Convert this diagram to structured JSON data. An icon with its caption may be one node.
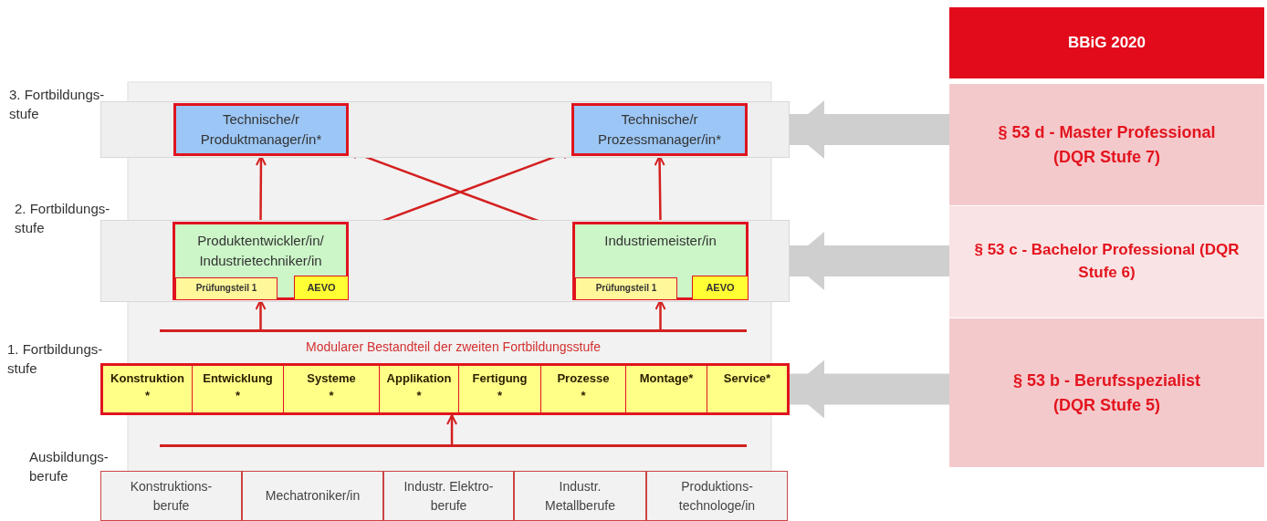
{
  "diagram": {
    "nodes": [
      {
        "text": [],
        "shape": "band"
      },
      {
        "text": [
          "Technische/r Produktmanager/in*"
        ],
        "in": 0
      },
      {
        "text": [
          "Technische/r Prozessmanager/in*"
        ],
        "in": 0
      },
      {
        "text": [],
        "shape": "band"
      },
      {
        "text": [
          "Produktentwickler/in/ Industrietechniker/in"
        ],
        "in": 3
      },
      {
        "text": [
          "Prüfungsteil 1"
        ],
        "in": 4
      },
      {
        "text": [
          "AEVO"
        ],
        "in": 4
      },
      {
        "text": [
          "Industriemeister/in"
        ],
        "in": 3
      },
      {
        "text": [
          "Prüfungsteil 1"
        ],
        "in": 7
      },
      {
        "text": [
          "AEVO"
        ],
        "in": 7
      },
      {
        "text": [],
        "shape": "box"
      },
      {
        "text": [
          "Konstruktion *"
        ],
        "in": 10
      },
      {
        "text": [
          "Entwicklung *"
        ],
        "in": 10
      },
      {
        "text": [
          "Systeme *"
        ],
        "in": 10
      },
      {
        "text": [
          "Applikation *"
        ],
        "in": 10
      },
      {
        "text": [
          "Fertigung *"
        ],
        "in": 10
      },
      {
        "text": [
          "Prozesse *"
        ],
        "in": 10
      },
      {
        "text": [
          "Montage*"
        ],
        "in": 10
      },
      {
        "text": [
          "Service*"
        ],
        "in": 10
      },
      {
        "text": [
          "Konstruktions- berufe"
        ]
      },
      {
        "text": [
          "Mechatroniker/in"
        ]
      },
      {
        "text": [
          "Industr. Elektro- berufe"
        ]
      },
      {
        "text": [
          "Industr. Metallberufe"
        ]
      },
      {
        "text": [
          "Produktions- technologe/in"
        ]
      },
      {
        "text": [],
        "shape": "bar",
        "beside": [
          "Modularer Bestandteil der zweiten Fortbildungsstufe"
        ]
      },
      {
        "text": [],
        "shape": "bar"
      },
      {
        "text": [
          "BBiG 2020"
        ]
      },
      {
        "text": [
          "§ 53 d - Master Professional (DQR Stufe 7)"
        ]
      },
      {
        "text": [
          "§ 53 c - Bachelor Professional (DQR Stufe 6)"
        ]
      },
      {
        "text": [
          "§ 53 b - Berufsspezialist (DQR Stufe 5)"
        ]
      }
    ],
    "edges": [
      {
        "from": 4,
        "to": 1,
        "arrow": "to"
      },
      {
        "from": 7,
        "to": 2,
        "arrow": "to"
      },
      {
        "from": 4,
        "to": 2,
        "arrow": "to"
      },
      {
        "from": 7,
        "to": 1,
        "arrow": "to"
      },
      {
        "from": 24,
        "to": 4,
        "arrow": "to"
      },
      {
        "from": 24,
        "to": 7,
        "arrow": "to"
      },
      {
        "from": 25,
        "to": 10,
        "arrow": "to"
      },
      {
        "from": 27,
        "to": 0,
        "arrow": "to",
        "style": "thick",
        "color": "#cfcfcf"
      },
      {
        "from": 28,
        "to": 3,
        "arrow": "to",
        "style": "thick",
        "color": "#cfcfcf"
      },
      {
        "from": 29,
        "to": 10,
        "arrow": "to",
        "style": "thick",
        "color": "#cfcfcf"
      }
    ],
    "labels": [
      "3. Fortbildungs- stufe",
      "2. Fortbildungs- stufe",
      "1. Fortbildungs- stufe",
      "Ausbildungs- berufe"
    ]
  }
}
